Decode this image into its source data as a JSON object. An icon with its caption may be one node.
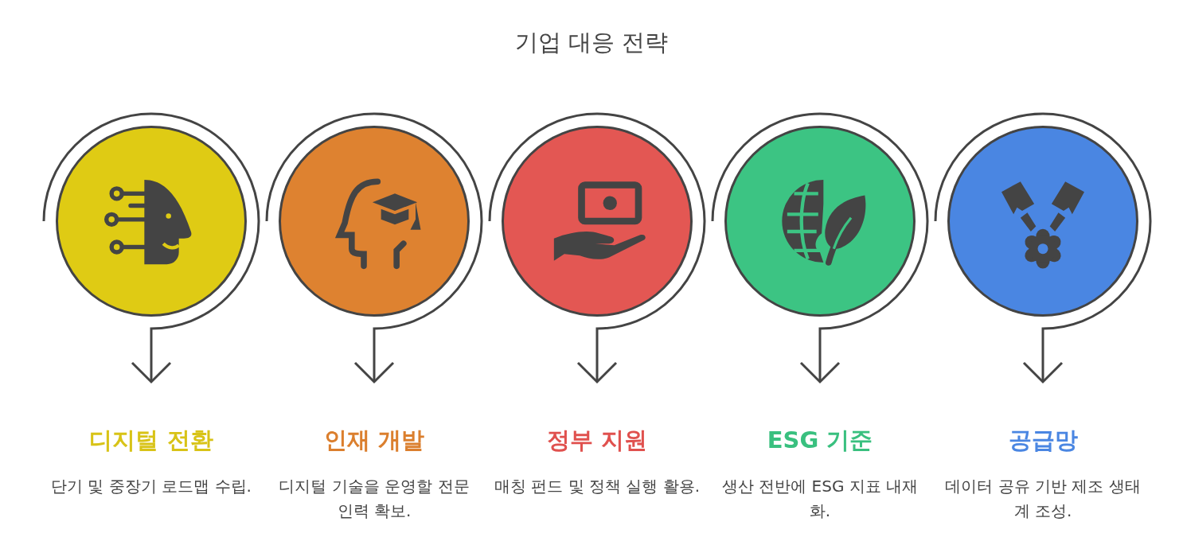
{
  "diagram": {
    "title": "기업 대응 전략",
    "nodes": [
      {
        "text": [],
        "shape": "circle"
      },
      {
        "text": [
          "디지털 전환",
          "단기 및 중장기 로드맵 수립."
        ]
      },
      {
        "text": [],
        "shape": "circle"
      },
      {
        "text": [
          "인재 개발",
          "디지털 기술을 운영할 전문 인력 확보."
        ]
      },
      {
        "text": [],
        "shape": "circle"
      },
      {
        "text": [
          "정부 지원",
          "매칭 펀드 및 정책 실행 활용."
        ]
      },
      {
        "text": [],
        "shape": "circle"
      },
      {
        "text": [
          "ESG 기준",
          "생산 전반에 ESG 지표 내재화."
        ]
      },
      {
        "text": [],
        "shape": "circle"
      },
      {
        "text": [
          "공급망",
          "데이터 공유 기반 제조 생태계 조성."
        ]
      }
    ],
    "edges": [
      {
        "from": 0,
        "to": 1,
        "arrow": "to"
      },
      {
        "from": 2,
        "to": 3,
        "arrow": "to"
      },
      {
        "from": 4,
        "to": 5,
        "arrow": "to"
      },
      {
        "from": 6,
        "to": 7,
        "arrow": "to"
      },
      {
        "from": 8,
        "to": 9,
        "arrow": "to"
      }
    ]
  }
}
